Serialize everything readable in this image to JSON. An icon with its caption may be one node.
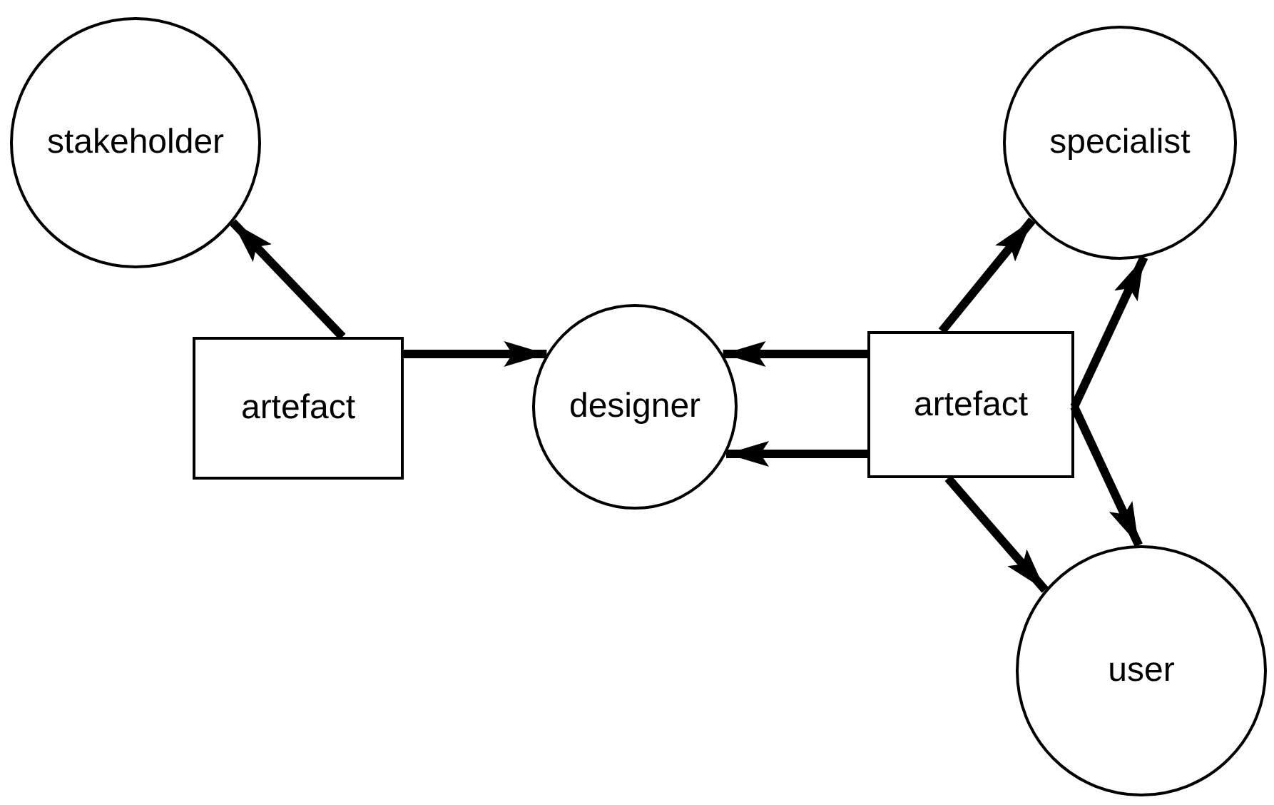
{
  "diagram": {
    "nodes": [
      {
        "text": [
          "stakeholder"
        ]
      },
      {
        "text": [
          "artefact"
        ]
      },
      {
        "text": [
          "designer"
        ]
      },
      {
        "text": [
          "artefact"
        ]
      },
      {
        "text": [
          "specialist"
        ]
      },
      {
        "text": [
          "user"
        ]
      }
    ],
    "edges": [
      {
        "from": 1,
        "to": 0,
        "arrow": "to"
      },
      {
        "from": 1,
        "to": 2,
        "arrow": "to"
      },
      {
        "from": 3,
        "to": 2,
        "arrow": "to"
      },
      {
        "from": 3,
        "to": 4,
        "arrow": "to"
      },
      {
        "from": 3,
        "to": 4,
        "arrow": "to"
      },
      {
        "from": 3,
        "to": 2,
        "arrow": "to"
      },
      {
        "from": 3,
        "to": 5,
        "arrow": "to"
      },
      {
        "from": 3,
        "to": 5,
        "arrow": "to"
      }
    ]
  }
}
